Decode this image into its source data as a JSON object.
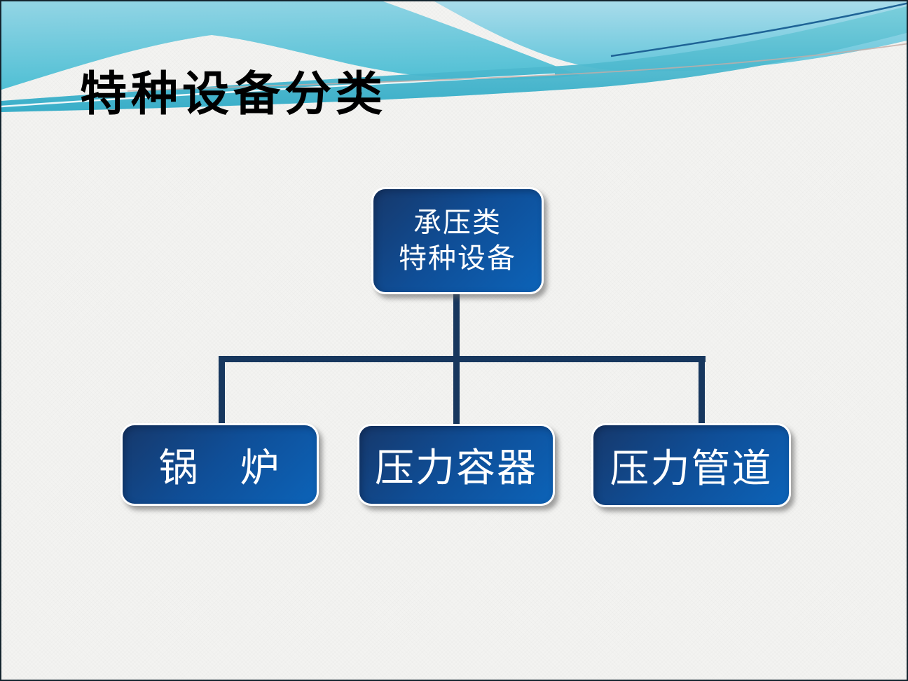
{
  "slide": {
    "title": "特种设备分类",
    "diagram": {
      "root": {
        "line1": "承压类",
        "line2": "特种设备"
      },
      "children": [
        {
          "label": "锅　炉"
        },
        {
          "label": "压力容器"
        },
        {
          "label": "压力管道"
        }
      ]
    },
    "colors": {
      "background": "#F3F3F1",
      "slide_border": "#14242E",
      "title_text": "#000000",
      "node_text": "#FFFFFF",
      "node_gradient_dark": "#16386B",
      "node_gradient_bright": "#0C63B8",
      "node_border": "#FFFFFF",
      "connector": "#17375E",
      "wave_cyan_light": "#A6DBEA",
      "wave_cyan_mid": "#57C0D6",
      "wave_teal_deep": "#36AFC9",
      "wave_accent_navy": "#1E6396",
      "wave_accent_rose": "#C4ACA6"
    }
  }
}
